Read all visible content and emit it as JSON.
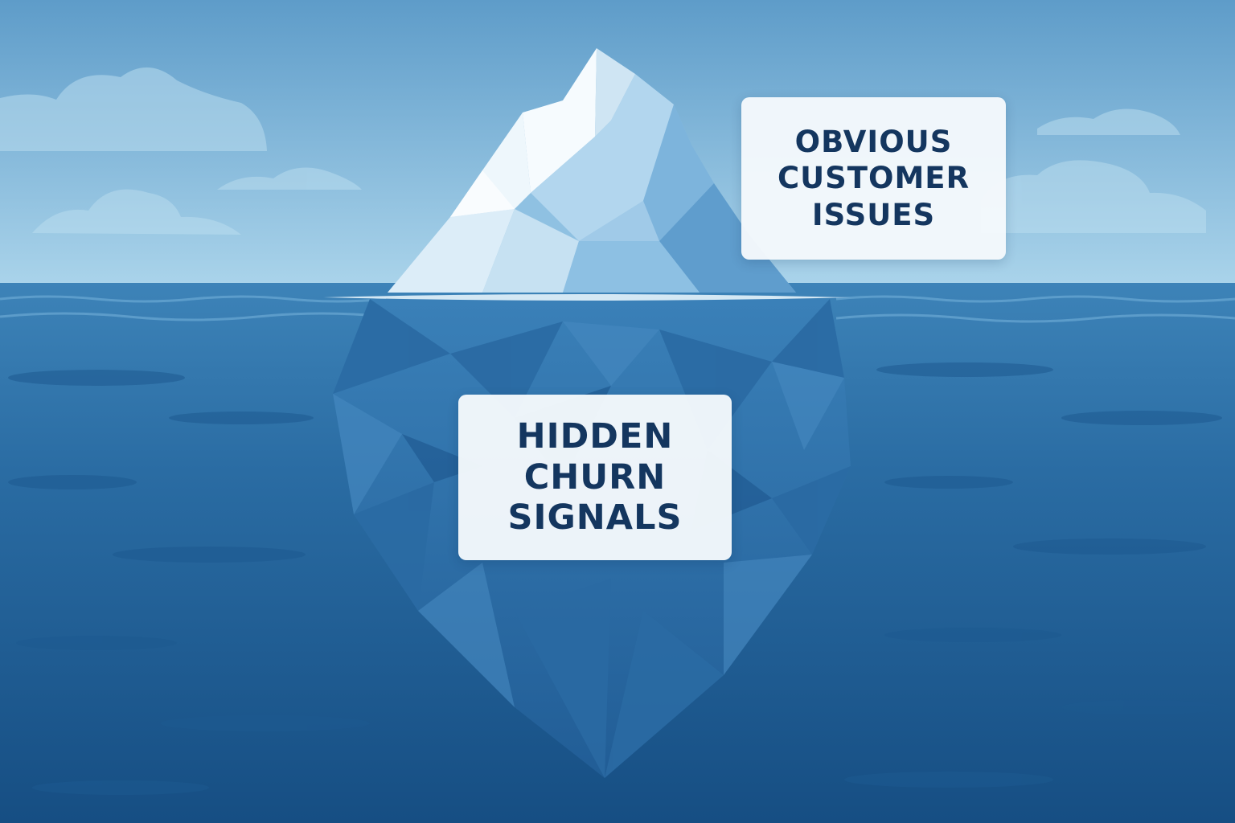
{
  "labels": {
    "above_water": [
      "OBVIOUS",
      "CUSTOMER",
      "ISSUES"
    ],
    "below_water": [
      "HIDDEN",
      "CHURN",
      "SIGNALS"
    ]
  },
  "colors": {
    "sky_top": "#5e9cc9",
    "sky_bottom": "#a9d3ea",
    "sea_surface": "#3d83b8",
    "sea_deep": "#164e83",
    "ice_light": "#f3f9fd",
    "ice_mid": "#9fcbe6",
    "ice_shadow": "#4b8cc0",
    "berg_underwater": "#2c6ea6",
    "label_text": "#14365f",
    "label_bg": "#f5f9fc"
  }
}
